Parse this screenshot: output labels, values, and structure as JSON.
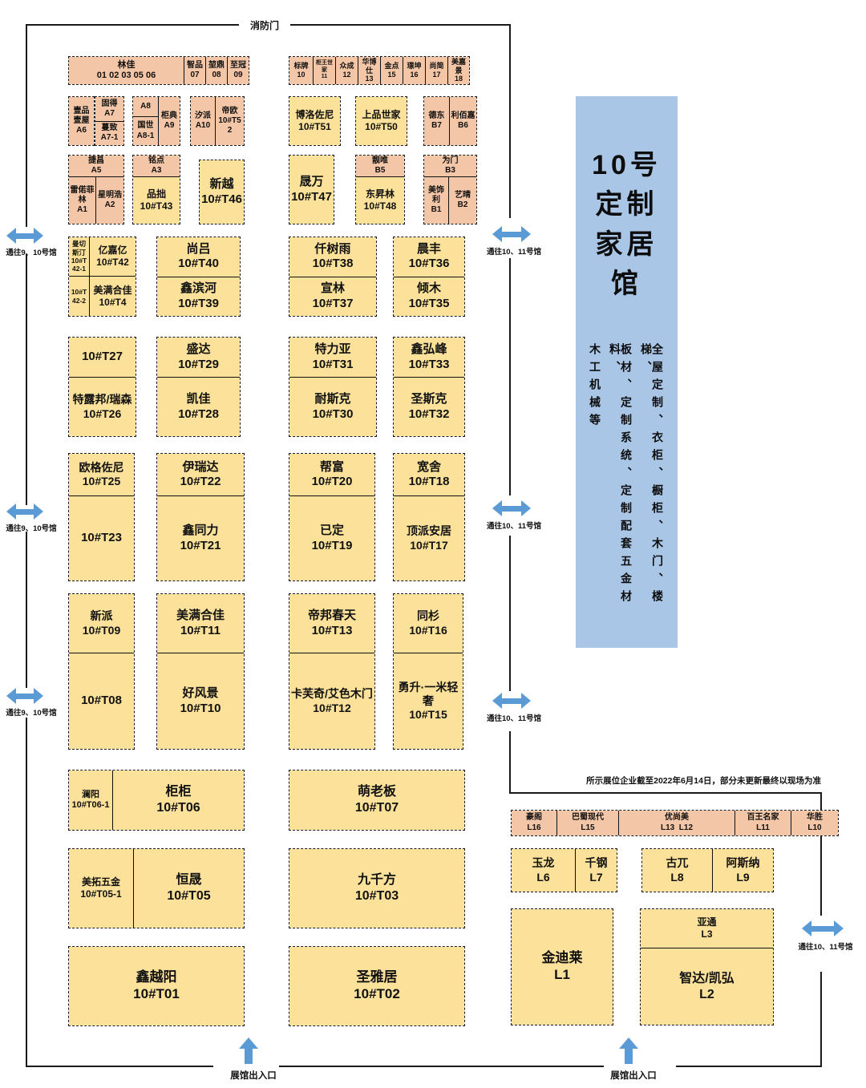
{
  "labels": {
    "fire_door": "消防门",
    "entrance": "展馆出入口",
    "to_9_10": "通往9、10号馆",
    "to_10_11": "通往10、11号馆",
    "note": "所示展位企业截至2022年6月14日，部分未更新最终以现场为准"
  },
  "hall": {
    "title_lines": [
      "10号",
      "定制",
      "家居",
      "馆"
    ],
    "categories": [
      "全屋定制、衣柜、橱柜、木门、楼梯、",
      "板材、定制系统、定制配套五金材料、",
      "木工机械等"
    ]
  },
  "colors": {
    "booth_pink": "#F3C6A7",
    "booth_yellow": "#FBE199",
    "panel_blue": "#A9C6E7",
    "arrow_blue": "#5B9BD5"
  },
  "booths": {
    "linjia": {
      "name": "林佳",
      "id": "01 02 03 05 06"
    },
    "zhipin": {
      "name": "智品",
      "id": "07"
    },
    "kunding": {
      "name": "堃鼎",
      "id": "08"
    },
    "zhiguan": {
      "name": "至冠",
      "id": "09"
    },
    "biaopai": {
      "name": "标牌",
      "id": "10"
    },
    "guiwangshijia": {
      "name": "柜王世家",
      "id": "11"
    },
    "zhongcheng": {
      "name": "众成",
      "id": "12"
    },
    "huaboshi": {
      "name": "华博仕",
      "id": "13"
    },
    "jindian": {
      "name": "金点",
      "id": "15"
    },
    "jingkun": {
      "name": "璟坤",
      "id": "16"
    },
    "shangjian": {
      "name": "尚简",
      "id": "17"
    },
    "meijiajing": {
      "name": "美嘉景",
      "id": "18"
    },
    "a6": {
      "name": "壹品壹屋",
      "id": "A6"
    },
    "a7": {
      "name": "固得",
      "id": "A7"
    },
    "a7_1": {
      "name": "蔓致",
      "id": "A7-1"
    },
    "a8": {
      "id": "A8"
    },
    "a8_1": {
      "name": "国世",
      "id": "A8-1"
    },
    "a9": {
      "name": "柜典",
      "id": "A9"
    },
    "a10": {
      "name": "汐派",
      "id": "A10"
    },
    "t52": {
      "name": "帝欧",
      "id": "10#T52"
    },
    "t51": {
      "name": "博洛佐尼",
      "id": "10#T51"
    },
    "t50": {
      "name": "上品世家",
      "id": "10#T50"
    },
    "b7": {
      "name": "德东",
      "id": "B7"
    },
    "b6": {
      "name": "利佰嘉",
      "id": "B6"
    },
    "a5": {
      "name": "捷昌",
      "id": "A5"
    },
    "a1": {
      "name": "雷偌菲林",
      "id": "A1"
    },
    "a2": {
      "name": "星明浩",
      "id": "A2"
    },
    "a3": {
      "name": "铭点",
      "id": "A3"
    },
    "t43": {
      "name": "品拙",
      "id": "10#T43"
    },
    "t46": {
      "name": "新越",
      "id": "10#T46"
    },
    "t47": {
      "name": "晟万",
      "id": "10#T47"
    },
    "b5": {
      "name": "靓唯",
      "id": "B5"
    },
    "t48": {
      "name": "东昇林",
      "id": "10#T48"
    },
    "b3": {
      "name": "为门",
      "id": "B3"
    },
    "b1": {
      "name": "美饰利",
      "id": "B1"
    },
    "b2": {
      "name": "艺晴",
      "id": "B2"
    },
    "t42_1": {
      "name": "曼切斯汀",
      "id": "10#T42-1"
    },
    "t42_2": {
      "id": "10#T42-2"
    },
    "t42": {
      "name": "亿嘉亿",
      "id": "10#T42"
    },
    "t41": {
      "name": "美满合佳",
      "id": "10#T4"
    },
    "t40": {
      "name": "尚吕",
      "id": "10#T40"
    },
    "t39": {
      "name": "鑫滨河",
      "id": "10#T39"
    },
    "t38": {
      "name": "仟树雨",
      "id": "10#T38"
    },
    "t37": {
      "name": "宣林",
      "id": "10#T37"
    },
    "t36": {
      "name": "晨丰",
      "id": "10#T36"
    },
    "t35": {
      "name": "倾木",
      "id": "10#T35"
    },
    "t27": {
      "id": "10#T27"
    },
    "t26": {
      "name": "特露邦/瑞森",
      "id": "10#T26"
    },
    "t29": {
      "name": "盛达",
      "id": "10#T29"
    },
    "t28": {
      "name": "凯佳",
      "id": "10#T28"
    },
    "t31": {
      "name": "特力亚",
      "id": "10#T31"
    },
    "t30": {
      "name": "耐斯克",
      "id": "10#T30"
    },
    "t33": {
      "name": "鑫弘峰",
      "id": "10#T33"
    },
    "t32": {
      "name": "圣斯克",
      "id": "10#T32"
    },
    "t25": {
      "name": "欧格佐尼",
      "id": "10#T25"
    },
    "t23": {
      "id": "10#T23"
    },
    "t22": {
      "name": "伊瑞达",
      "id": "10#T22"
    },
    "t21": {
      "name": "鑫同力",
      "id": "10#T21"
    },
    "t20": {
      "name": "帮富",
      "id": "10#T20"
    },
    "t19": {
      "name": "已定",
      "id": "10#T19"
    },
    "t18": {
      "name": "宽舍",
      "id": "10#T18"
    },
    "t17": {
      "name": "顶派安居",
      "id": "10#T17"
    },
    "t09": {
      "name": "新派",
      "id": "10#T09"
    },
    "t08": {
      "id": "10#T08"
    },
    "t11": {
      "name": "美满合佳",
      "id": "10#T11"
    },
    "t10": {
      "name": "好风景",
      "id": "10#T10"
    },
    "t13": {
      "name": "帝邦春天",
      "id": "10#T13"
    },
    "t12": {
      "name": "卡芙奇/艾色木门",
      "id": "10#T12"
    },
    "t16": {
      "name": "同杉",
      "id": "10#T16"
    },
    "t15": {
      "name": "勇升·一米轻奢",
      "id": "10#T15"
    },
    "t06_1": {
      "name": "澜阳",
      "id": "10#T06-1"
    },
    "t06": {
      "name": "柜柜",
      "id": "10#T06"
    },
    "t07": {
      "name": "萌老板",
      "id": "10#T07"
    },
    "t05_1": {
      "name": "美拓五金",
      "id": "10#T05-1"
    },
    "t05": {
      "name": "恒晟",
      "id": "10#T05"
    },
    "t03": {
      "name": "九千方",
      "id": "10#T03"
    },
    "t01": {
      "name": "鑫越阳",
      "id": "10#T01"
    },
    "t02": {
      "name": "圣雅居",
      "id": "10#T02"
    },
    "l16": {
      "name": "豪阁",
      "id": "L16"
    },
    "l15": {
      "name": "巴蜀现代",
      "id": "L15"
    },
    "l13": {
      "name": "优尚美",
      "id": "L13  L12"
    },
    "l11": {
      "name": "百王名家",
      "id": "L11"
    },
    "l10": {
      "name": "华胜",
      "id": "L10"
    },
    "l6": {
      "name": "玉龙",
      "id": "L6"
    },
    "l7": {
      "name": "千钢",
      "id": "L7"
    },
    "l8": {
      "name": "古兀",
      "id": "L8"
    },
    "l9": {
      "name": "阿斯纳",
      "id": "L9"
    },
    "l1": {
      "name": "金迪莱",
      "id": "L1"
    },
    "l3": {
      "name": "亚通",
      "id": "L3"
    },
    "l2": {
      "name": "智达/凯弘",
      "id": "L2"
    }
  }
}
